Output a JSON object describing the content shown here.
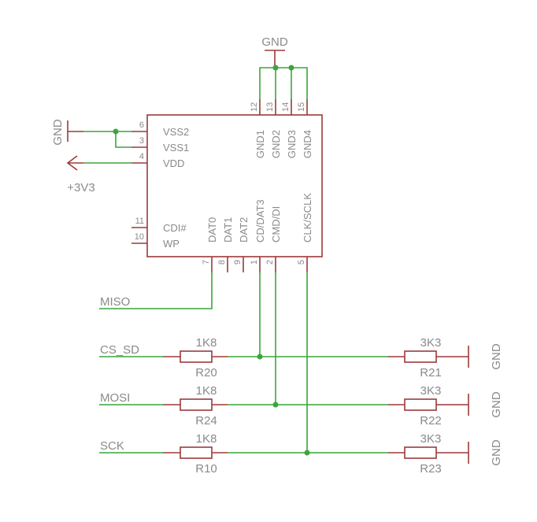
{
  "chip": {
    "left_pins": [
      {
        "num": "6",
        "name": "VSS2"
      },
      {
        "num": "3",
        "name": "VSS1"
      },
      {
        "num": "4",
        "name": "VDD"
      },
      {
        "num": "11",
        "name": "CDI#"
      },
      {
        "num": "10",
        "name": "WP"
      }
    ],
    "top_pins": [
      {
        "num": "12",
        "name": "GND1"
      },
      {
        "num": "13",
        "name": "GND2"
      },
      {
        "num": "14",
        "name": "GND3"
      },
      {
        "num": "15",
        "name": "GND4"
      }
    ],
    "bottom_pins": [
      {
        "num": "7",
        "name": "DAT0"
      },
      {
        "num": "8",
        "name": "DAT1"
      },
      {
        "num": "9",
        "name": "DAT2"
      },
      {
        "num": "1",
        "name": "CD/DAT3"
      },
      {
        "num": "2",
        "name": "CMD/DI"
      },
      {
        "num": "5",
        "name": "CLK/SCLK"
      }
    ]
  },
  "power": {
    "gnd_top": "GND",
    "gnd_left": "GND",
    "supply": "+3V3",
    "gnd_r21": "GND",
    "gnd_r22": "GND",
    "gnd_r23": "GND"
  },
  "nets": {
    "miso": "MISO",
    "cs": "CS_SD",
    "mosi": "MOSI",
    "sck": "SCK"
  },
  "resistors": {
    "r20": {
      "name": "R20",
      "value": "1K8"
    },
    "r24": {
      "name": "R24",
      "value": "1K8"
    },
    "r10": {
      "name": "R10",
      "value": "1K8"
    },
    "r21": {
      "name": "R21",
      "value": "3K3"
    },
    "r22": {
      "name": "R22",
      "value": "3K3"
    },
    "r23": {
      "name": "R23",
      "value": "3K3"
    }
  }
}
